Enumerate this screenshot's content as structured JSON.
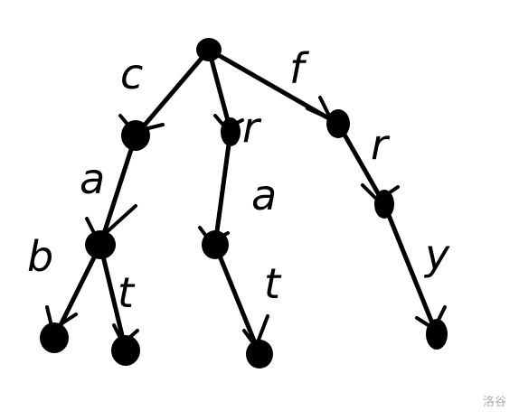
{
  "tree": {
    "edge_labels": {
      "root_c": "c",
      "root_r": "r",
      "root_f": "f",
      "c_a": "a",
      "r_a": "a",
      "f_r": "r",
      "a_b": "b",
      "a_t_left": "t",
      "a_t_middle": "t",
      "r_y": "y"
    }
  },
  "watermark": "洛谷"
}
